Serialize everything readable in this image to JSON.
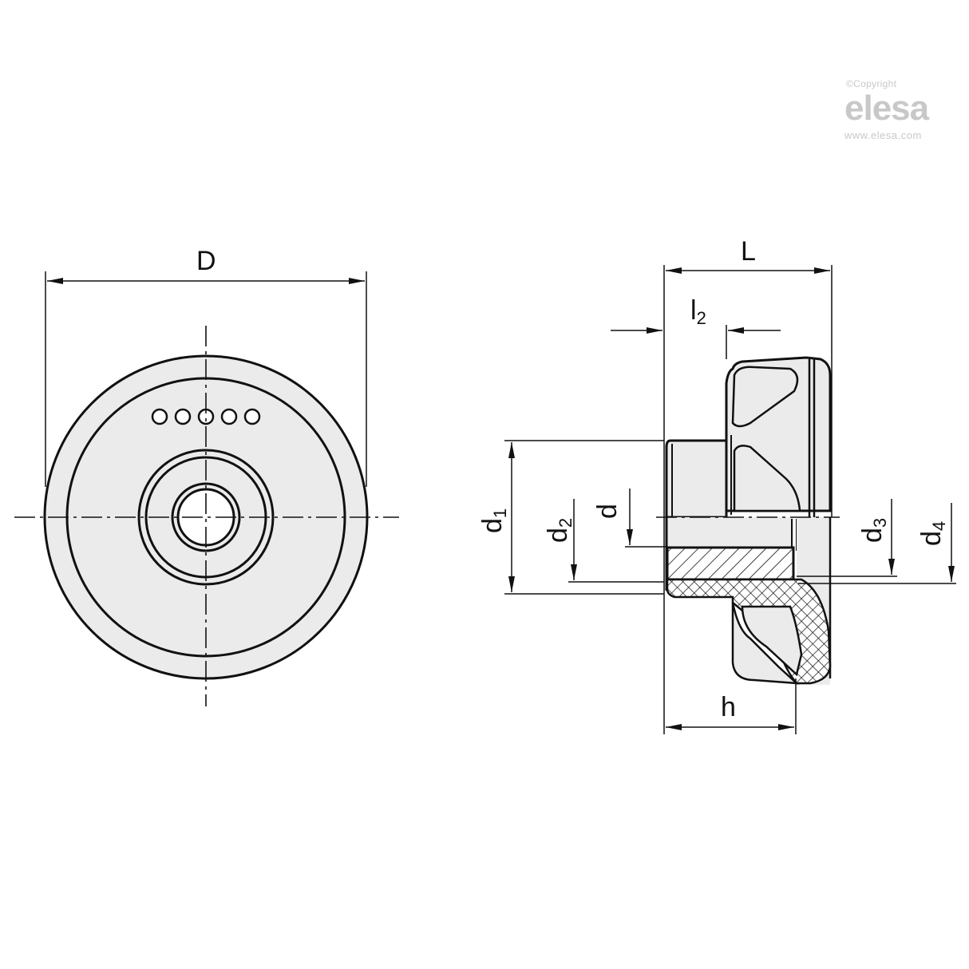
{
  "watermark": {
    "copyright": "©Copyright",
    "brand": "elesa",
    "url": "www.elesa.com",
    "color": "#c8c8c8"
  },
  "front_view": {
    "dimension_label": "D",
    "fill_color": "#ebebeb",
    "line_color": "#111111",
    "marking_dots_count": 5
  },
  "side_view": {
    "labels": {
      "L": "L",
      "l2_main": "l",
      "l2_sub": "2",
      "d1_main": "d",
      "d1_sub": "1",
      "d2_main": "d",
      "d2_sub": "2",
      "d": "d",
      "d3_main": "d",
      "d3_sub": "3",
      "d4_main": "d",
      "d4_sub": "4",
      "h": "h"
    }
  }
}
